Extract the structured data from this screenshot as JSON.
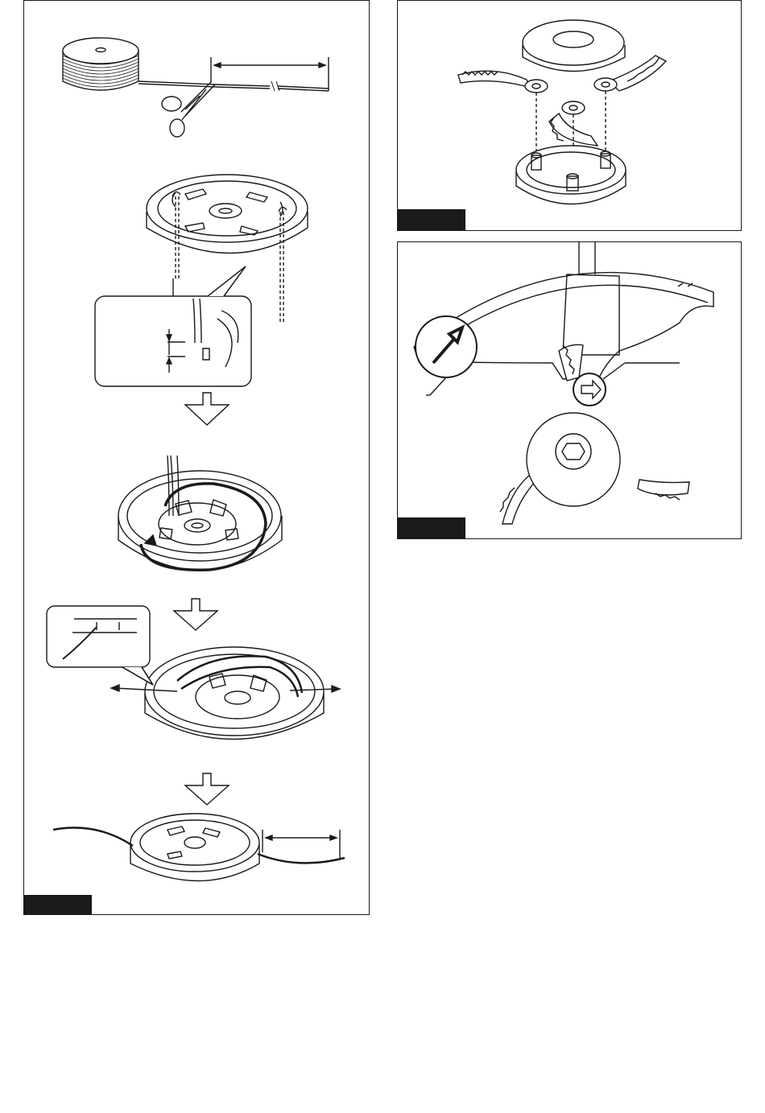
{
  "page": {
    "background": "#ffffff",
    "line_color": "#1a1a1a"
  },
  "figures": [
    {
      "id": "fig-left",
      "caption": "",
      "content": "trimmer-head-line-replacement-steps"
    },
    {
      "id": "fig-top-right",
      "caption": "",
      "content": "plastic-blade-assembly-exploded"
    },
    {
      "id": "fig-bottom-right",
      "caption": "",
      "content": "blade-head-rotation-direction"
    }
  ]
}
